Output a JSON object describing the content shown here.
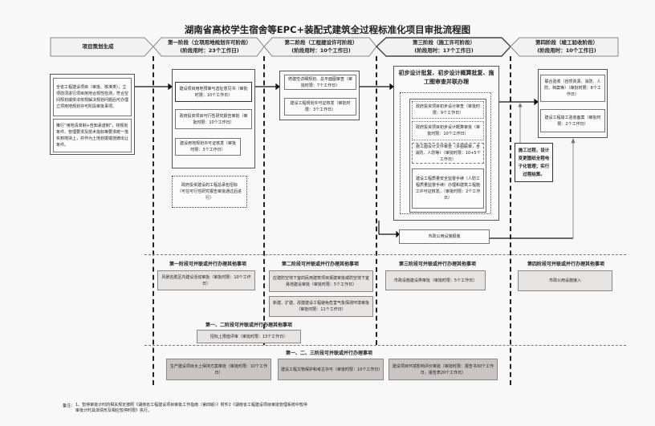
{
  "title": "湖南省高校学生宿舍等EPC+装配式建筑全过程标准化项目审批流程图",
  "phases": [
    {
      "name": "项目策划生成",
      "time": ""
    },
    {
      "name": "第一阶段（立项用地规划许可阶段）",
      "time": "(阶段用时：23个工作日)"
    },
    {
      "name": "第二阶段（工程建设许可阶段）",
      "time": "(阶段用时：10个工作日)"
    },
    {
      "name": "第三阶段（施工许可阶段）",
      "time": "(阶段用时：17个工作日)"
    },
    {
      "name": "第四阶段（竣工验收阶段）",
      "time": "(阶段用时：10个工作日)"
    }
  ],
  "planning": {
    "item1": "全省工程建设项目（审批、核准类），立项前须进行项目用地合规性检测，符合空间规划或依法依规解决规划问题后可办理立项用地规划许可阶段审批事项。",
    "item2": "推行“用地清单制+告知承诺制”，将规划条件、管理要求及技术指标等要求统一落实到地块上，并作为土地划拨或挂牌出让条件。"
  },
  "stage1": {
    "items": [
      "建设项目用地预审与选址意见书（审批时限：10个工作日）",
      "政府投资项目可行性研究报告审批（审批时限：10个工作日）",
      "建设用地规划许可证核发（审批时限：3个工作日）"
    ],
    "dotted_title": "政府投资建设的工程总承包招标",
    "dotted_note": "（可在可行性研究报告审批通过后进行）"
  },
  "stage2": {
    "items": [
      "修建性详细规划、总平面图审查（审批时限：7个工作日）",
      "建设工程规划许可证核发（审批时限：3个工作日）"
    ]
  },
  "stage3": {
    "title": "初步设计批复、初步设计概算批复、施工图审查并联办理",
    "items": [
      "政府投资项目初步设计审查（审批时限：9个工作日）",
      "政府投资项目初步设计概算审批（审批时限：10个工作日）",
      "施工图设计文件审查（多图联审，含消防、人防等）（审批时限：10+5个工作日）",
      "建设工程质量安全监督手续（人防工程质量监督手续）办理和建筑工程施工许可证核发。（审批时限：2个工作日）"
    ],
    "municipal": "市政公用设施报装"
  },
  "stage4": {
    "items": [
      "联合验收（自然资源、消防、人防、档案等）（审批时限：8个工作日）",
      "建设工程竣工验收备案（审批时限：2个工作日）"
    ],
    "note": "施工过程，设计变更图纸全程电子化管理；实行过程结算。"
  },
  "parallel": {
    "s1_title": "第一阶段可并联或并行办理其他事项",
    "s1_items": [
      "风景名胜区内建设活动审批（审批时限：10个工作日）"
    ],
    "s2_title": "第二阶段可并联或并行办理其他事项",
    "s2_items": [
      "应建防空地下室的民用建筑项目报建审批或防空地下室易地建设审批（审批时限：5个工作日）",
      "新建、扩建、改建建设工程避免危害气象探测环境审批（审批时限：11个工作日）"
    ],
    "s12_title": "第一、二阶段可并联或并行办理其他事项",
    "s12_items": [
      "招标上限值评审（审批时限：13个工作日）"
    ],
    "s3_title": "第三阶段可并联或并行办理其他事项",
    "s3_items": [
      "市政设施建设类审批（审批时限：5个工作日）"
    ],
    "s4_title": "第四阶段可并联或并行办理其他事项",
    "s4_items": [
      "市政公用设施接入"
    ],
    "s123_title": "第一、二、三阶段可并联或并行办理事项",
    "s123_items": [
      "生产建设项目水土保持方案审批（审批时限：10个工作日）",
      "建设工程文物保护和考古许可（审批时限：10个工作日）",
      "建设项目环境影响评价审批（审批时限：报告书30个工作日，报告表20个工作日）"
    ]
  },
  "note": {
    "label": "备注：",
    "text": "1、暂停审批计时的相关规定按照《湖南省工程建设项目审批工作指南（第四版）》附件2《湖南省工程建设项目审批管理系统中暂停审批计时具体情形及相应暂停时限》执行。"
  }
}
